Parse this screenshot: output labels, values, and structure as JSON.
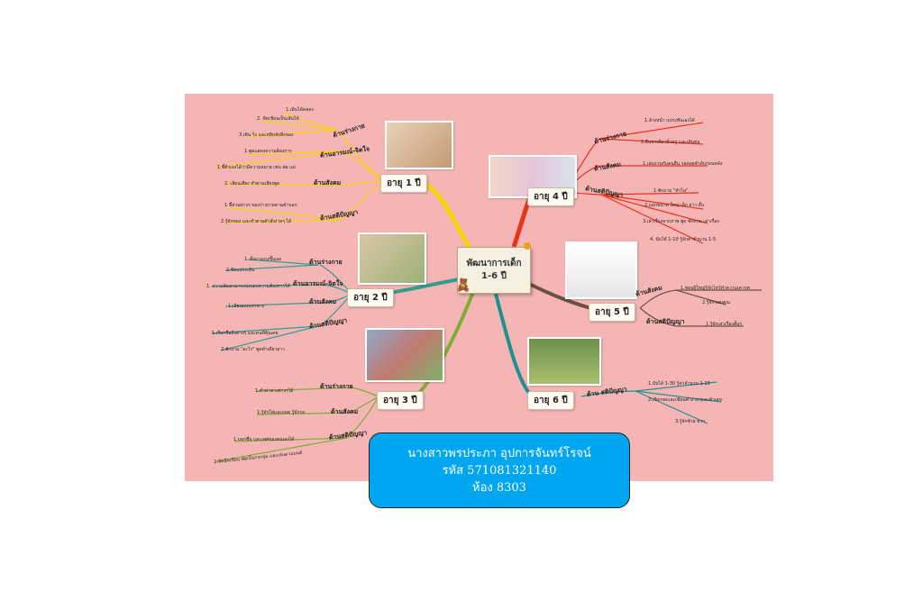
{
  "center": {
    "line1": "พัฒนาการเด็ก",
    "line2": "1-6 ปี"
  },
  "ages": {
    "a1": {
      "label": "อายุ 1 ปี",
      "cats": [
        "ด้านร่างกาย",
        "ด้านอารมณ์-จิตใจ",
        "ด้านสังคม",
        "ด้านสติปัญญา"
      ],
      "leaves": [
        "1.เดินได้คล่อง",
        "2. ขีดเขียนเป็นเส้นได้",
        "3.เดิน วิ่ง และหยิบจับสิ่งของ",
        "1.พูดแสดงความต้องการ",
        "1.ชี้ตัวเองได้ว่ามีความหมาย เช่น พ่อ แม่",
        "2. เลียนเสียง ทำตามเสียงพูด",
        "1.ชี้ส่วนต่างๆ ของร่างกายตามคำบอก",
        "2.รู้จักของ และทำตามคำสั่งง่ายๆ ได้"
      ]
    },
    "a2": {
      "label": "อายุ 2 ปี",
      "cats": [
        "ด้านร่างกาย",
        "ด้านอารมณ์-จิตใจ",
        "ด้านสังคม",
        "ด้านสติปัญญา"
      ],
      "leaves": [
        "1. ดึงกางเกงขึ้นเอง",
        "2.ขีดแประเส้น",
        "1. ความคิดสามารถบ่งบอกความต้องการได้",
        "1.เลียนแบบท่าทาง",
        "1.เรียกชื่อสิ่งต่างๆ และคนที่คุ้นเคย",
        "2.ซักถาม \"อะไร\" พูดคำเดียวยาว"
      ]
    },
    "a3": {
      "label": "อายุ 3 ปี",
      "cats": [
        "ด้านร่างกาย",
        "ด้านสังคม",
        "ด้านสติปัญญา"
      ],
      "leaves": [
        "1.ทำท่าทางต่างๆได้",
        "1.รู้จักใส่และถอด รู้จักรอ",
        "1.บอกชื่อ และเพศของตนเองได้",
        "2.พัดอีดเขียน พัดเป็นกรกลุ่ม และเล่นตามมนต์"
      ]
    },
    "a4": {
      "label": "อายุ 4 ปี",
      "cats": [
        "ด้านร่างกาย",
        "ด้านสังคม",
        "ด้านสติปัญญา"
      ],
      "leaves": [
        "1.ล้างหน้า แปรงฟันเองได้",
        "2.ยืนขาเดียวชั่วครู่ และเดินต่อ",
        "1.เล่นรวมกับคนอื่น รอคอยลำดับก่อนหลัง",
        "1.ซักถาม \"ทำไม\"",
        "2.บอกขนาด ใหญ่ เล็ก ยาว สั้น",
        "3.เล่าเรื่องจากภาพ พูด ซักถาม เล่าเรื่อง",
        "4. นับได้ 1-10 รู้จักค่าจำนวน 1-5"
      ]
    },
    "a5": {
      "label": "อายุ 5 ปี",
      "cats": [
        "ด้านสังคม",
        "ด้านสติปัญญา"
      ],
      "leaves": [
        "1.ชอบผู้ใหญ่รู้จักไหว้ทำความเคารพ",
        "2.รู้จักขอบคุณ",
        "1.รู้จักเล่าเรื่องสั้นๆ"
      ]
    },
    "a6": {
      "label": "อายุ 6 ปี",
      "cats": [
        "ด้าน สติปัญญา"
      ],
      "leaves": [
        "1.นับได้ 1-30 รู้ค่าจำนวน 1-10",
        "2.เรียกจดและเขียนคำง่ายๆและตัวเลข",
        "3.รู้จักซ้าย ขวา"
      ]
    }
  },
  "photos": [
    "babies-icon",
    "toddlers-icon",
    "kids-playing-icon",
    "children-group-icon",
    "kids-jumping-icon",
    "kids-running-icon"
  ],
  "colors": {
    "background": "#f5b5b5",
    "age1": "#f5d400",
    "age2": "#2f9e8c",
    "age3": "#7cae34",
    "age4": "#e8341c",
    "age5": "#6b5040",
    "age6": "#1f8f8f",
    "name_box": "#00a6f0"
  },
  "author": {
    "name": "นางสาวพรประภา อุปการจันทร์โรจน์",
    "id_line": "รหัส 571081321140",
    "room_line": "ห้อง 8303"
  }
}
